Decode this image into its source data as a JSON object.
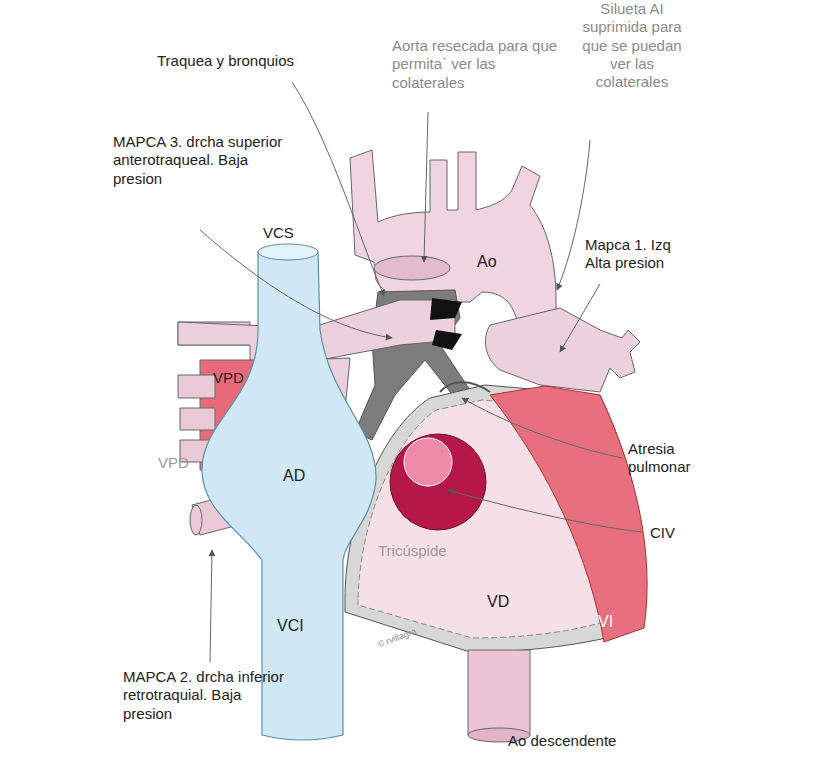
{
  "diagram": {
    "labels": [
      "Traquea y bronquios",
      "Aorta resecada para que permita` ver las colaterales",
      "Silueta AI suprimida para que se puedan ver las colaterales",
      "MAPCA 3. drcha superior anterotraqueal. Baja presion",
      "VCS",
      "Ao",
      "Mapca 1. Izq Alta presion",
      "VPD",
      "Atresia pulmonar",
      "CIV",
      "VPD",
      "AD",
      "Tricúspide",
      "VD",
      "VI",
      "VCI",
      "© rvillagra",
      "MAPCA 2. drcha inferior retrotraquial. Baja presion",
      "Ao descendente"
    ]
  }
}
